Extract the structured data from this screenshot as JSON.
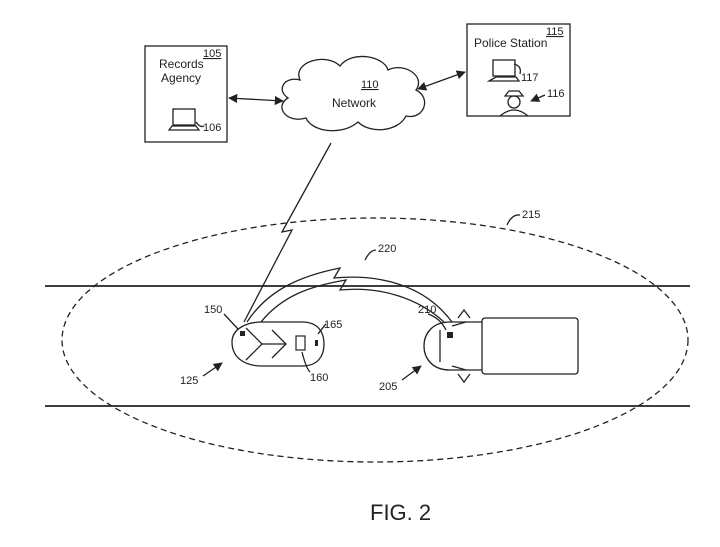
{
  "records": {
    "title_line1": "Records",
    "title_line2": "Agency",
    "ref": "105",
    "laptop_ref": "106"
  },
  "police": {
    "title": "Police Station",
    "ref": "115",
    "laptop_ref": "117",
    "officer_ref": "116"
  },
  "network": {
    "label": "Network",
    "ref": "110"
  },
  "zone_ref": "215",
  "link_ref": "220",
  "vehicle1": {
    "ref": "125",
    "sensor_ref": "150",
    "device_ref": "160",
    "antenna_ref": "165"
  },
  "vehicle2": {
    "ref": "205",
    "sensor_ref": "210"
  },
  "figure_label": "FIG. 2"
}
